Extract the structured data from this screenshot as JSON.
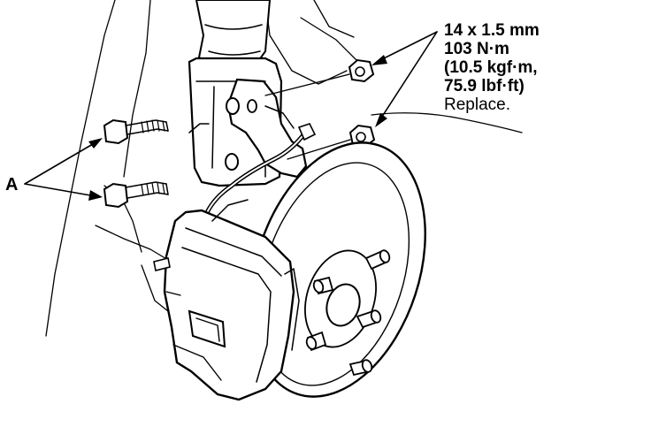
{
  "callout_a": {
    "label": "A"
  },
  "spec": {
    "line1": "14 x 1.5 mm",
    "line2": "103 N·m",
    "line3": "(10.5 kgf·m,",
    "line4": "75.9 lbf·ft)",
    "line5": "Replace."
  },
  "colors": {
    "ink": "#000000",
    "paper": "#ffffff"
  }
}
